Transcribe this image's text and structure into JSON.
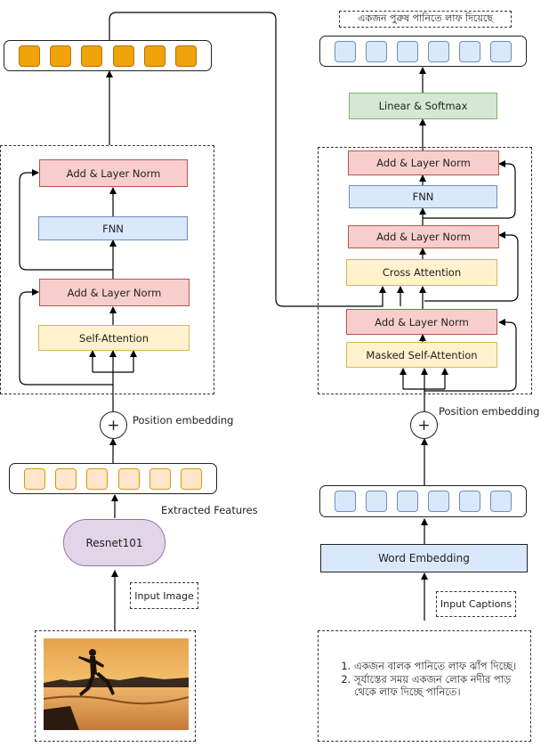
{
  "encoder": {
    "add_norm_top": "Add & Layer Norm",
    "fnn": "FNN",
    "add_norm_bottom": "Add & Layer Norm",
    "self_attention": "Self-Attention",
    "position_embedding": "Position embedding",
    "extracted_features": "Extracted Features",
    "resnet": "Resnet101",
    "input_image": "Input Image",
    "plus": "+"
  },
  "decoder": {
    "output_caption": "একজন পুরুষ পানিতে লাফ দিয়েছে",
    "linear_softmax": "Linear & Softmax",
    "add_norm_3": "Add & Layer Norm",
    "fnn": "FNN",
    "add_norm_2": "Add & Layer Norm",
    "cross_attention": "Cross Attention",
    "add_norm_1": "Add & Layer Norm",
    "masked_self_attention": "Masked Self-Attention",
    "position_embedding": "Position embedding",
    "word_embedding": "Word Embedding",
    "input_captions": "Input Captions",
    "plus": "+",
    "captions": [
      "একজন বালক পানিতে লাফ ঝাঁপ দিচ্ছে।",
      "সূর্যাস্তের সময় একজন লোক নদীর পাড় থেকে লাফ দিচ্ছে পানিতে।"
    ]
  },
  "colors": {
    "encoder_output_cell": "#f0a30a",
    "encoder_feature_cell": "#ffe6cc",
    "decoder_cell": "#dae8fc",
    "add_norm": "#f8cecc",
    "fnn": "#dae8fc",
    "attention": "#fff2cc",
    "linear_softmax": "#d5e8d4",
    "resnet": "#e1d5e7"
  }
}
